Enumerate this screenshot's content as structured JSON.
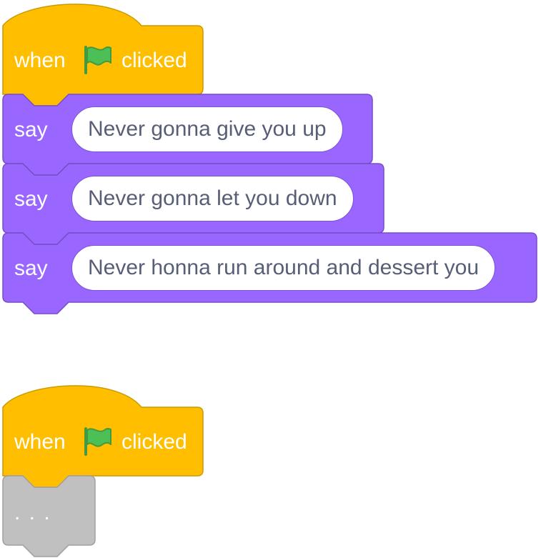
{
  "stack1": {
    "hat": {
      "when_label": "when",
      "clicked_label": "clicked",
      "flag_icon": "green-flag-icon"
    },
    "say_blocks": [
      {
        "keyword": "say",
        "message": "Never gonna give you up"
      },
      {
        "keyword": "say",
        "message": "Never gonna let you down"
      },
      {
        "keyword": "say",
        "message": "Never honna run around and dessert you"
      }
    ]
  },
  "stack2": {
    "hat": {
      "when_label": "when",
      "clicked_label": "clicked",
      "flag_icon": "green-flag-icon"
    },
    "placeholder_block": {
      "text": ". . ."
    }
  },
  "colors": {
    "events": "#ffbf00",
    "events_border": "#cc9900",
    "looks": "#9966ff",
    "looks_border": "#774dcb",
    "placeholder": "#c0c0c0",
    "placeholder_border": "#a0a0a0",
    "flag_green": "#4cbf56",
    "input_text": "#575e75"
  }
}
